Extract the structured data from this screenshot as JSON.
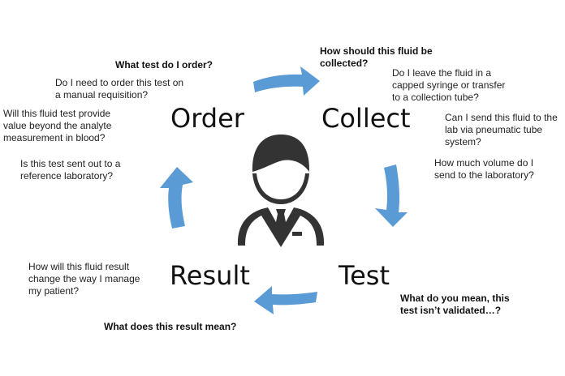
{
  "diagram": {
    "colors": {
      "arrow": "#5b9bd5",
      "icon": "#333333",
      "text": "#111111"
    },
    "center_icon": "professional-person-icon",
    "stages": {
      "order": "Order",
      "collect": "Collect",
      "test": "Test",
      "result": "Result"
    },
    "order_questions": {
      "main": "What test do I order?",
      "q1": [
        "Do I need to order this test on",
        "a manual requisition?"
      ],
      "q2": [
        "Will this fluid test provide",
        "value beyond the analyte",
        "measurement in blood?"
      ],
      "q3": [
        "Is this test sent out to a",
        "reference laboratory?"
      ]
    },
    "collect_questions": {
      "main": [
        "How should this fluid be",
        "collected?"
      ],
      "q1": [
        "Do I leave the fluid in a",
        "capped syringe or transfer",
        "to a collection tube?"
      ],
      "q2": [
        "Can I send this fluid to the",
        "lab via pneumatic tube",
        "system?"
      ],
      "q3": [
        "How much volume do I",
        "send to the laboratory?"
      ]
    },
    "test_questions": {
      "main": [
        "What do you mean, this",
        "test isn’t validated…?"
      ]
    },
    "result_questions": {
      "main": "What does this result mean?",
      "q1": [
        "How will this fluid result",
        "change the way I manage",
        "my patient?"
      ]
    }
  }
}
